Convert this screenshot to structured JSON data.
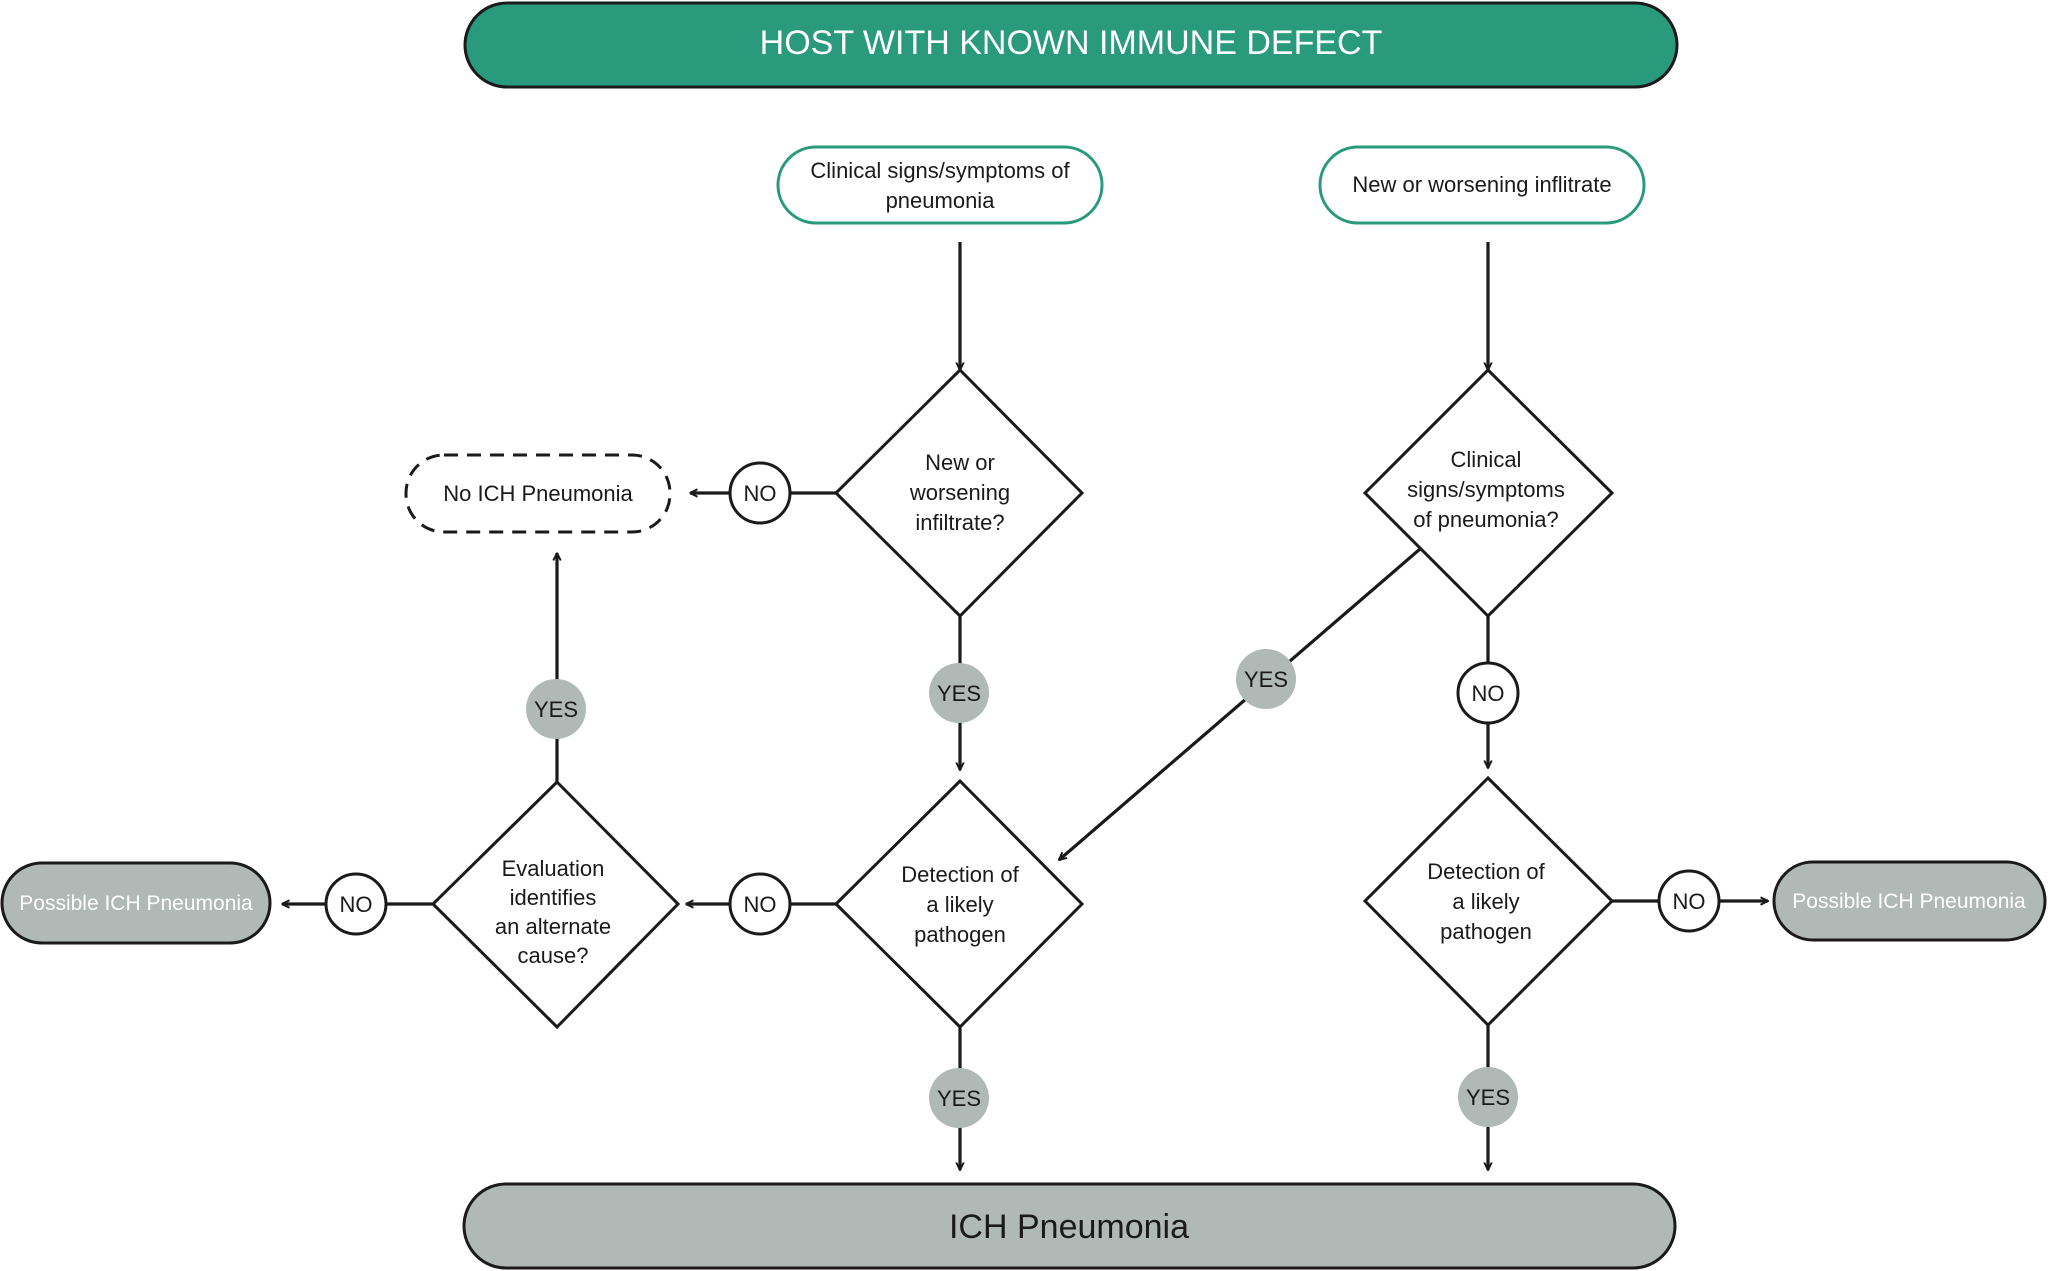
{
  "colors": {
    "header_fill": "#2a9a7c",
    "header_text": "#ffffff",
    "start_stroke": "#2a9a7c",
    "outcome_fill": "#b1b9b6",
    "outcome_text": "#ffffff",
    "final_text": "#1a1a1a",
    "yes_badge": "#b1b9b6",
    "line": "#1a1a1a"
  },
  "header": {
    "title": "HOST WITH KNOWN IMMUNE DEFECT"
  },
  "start_left": {
    "line1": "Clinical signs/symptoms of",
    "line2": "pneumonia"
  },
  "start_right": {
    "label": "New or worsening inflitrate"
  },
  "decision_left_top": {
    "line1": "New or",
    "line2": "worsening",
    "line3": "infiltrate?"
  },
  "decision_right_top": {
    "line1": "Clinical",
    "line2": "signs/symptoms",
    "line3": "of pneumonia?"
  },
  "decision_left_mid": {
    "line1": "Detection of",
    "line2": "a likely",
    "line3": "pathogen"
  },
  "decision_right_mid": {
    "line1": "Detection of",
    "line2": "a likely",
    "line3": "pathogen"
  },
  "decision_eval": {
    "line1": "Evaluation",
    "line2": "identifies",
    "line3": "an alternate",
    "line4": "cause?"
  },
  "no_ich": {
    "label": "No ICH Pneumonia"
  },
  "possible_left": {
    "label": "Possible ICH Pneumonia"
  },
  "possible_right": {
    "label": "Possible ICH Pneumonia"
  },
  "final": {
    "label": "ICH Pneumonia"
  },
  "badges": {
    "yes": "YES",
    "no": "NO"
  }
}
